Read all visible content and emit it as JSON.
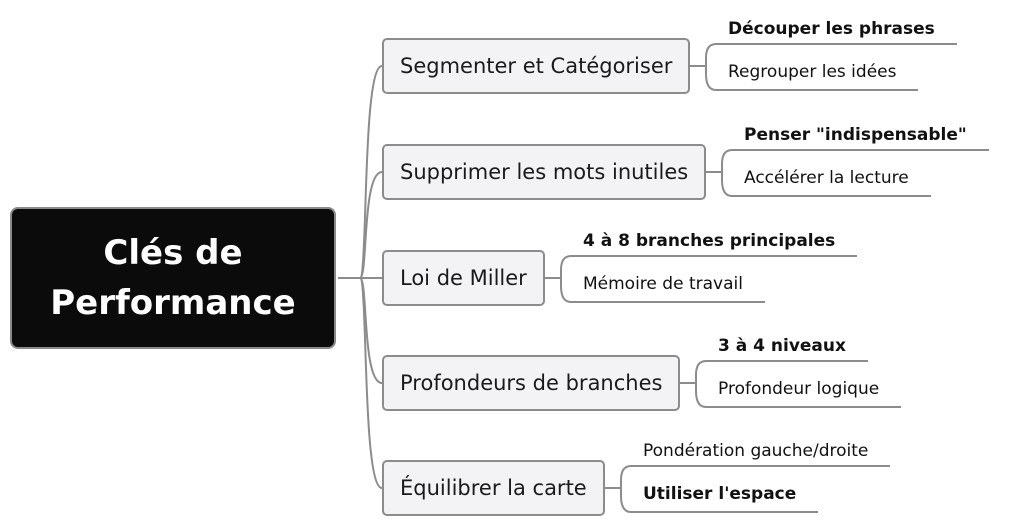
{
  "central": {
    "line1": "Clés de",
    "line2": "Performance"
  },
  "branches": [
    {
      "label": "Segmenter et Catégoriser",
      "leaves": [
        {
          "label": "Découper les phrases",
          "bold": true
        },
        {
          "label": "Regrouper les idées",
          "bold": false
        }
      ]
    },
    {
      "label": "Supprimer les mots inutiles",
      "leaves": [
        {
          "label": "Penser \"indispensable\"",
          "bold": true
        },
        {
          "label": "Accélérer la lecture",
          "bold": false
        }
      ]
    },
    {
      "label": "Loi de Miller",
      "leaves": [
        {
          "label": "4 à 8 branches principales",
          "bold": true
        },
        {
          "label": "Mémoire de travail",
          "bold": false
        }
      ]
    },
    {
      "label": "Profondeurs de branches",
      "leaves": [
        {
          "label": "3 à 4 niveaux",
          "bold": true
        },
        {
          "label": "Profondeur logique",
          "bold": false
        }
      ]
    },
    {
      "label": "Équilibrer la carte",
      "leaves": [
        {
          "label": "Pondération gauche/droite",
          "bold": false
        },
        {
          "label": "Utiliser l'espace",
          "bold": true
        }
      ]
    }
  ],
  "colors": {
    "central_bg": "#0b0b0c",
    "branch_bg": "#f3f3f5",
    "connector": "#8c8c8c"
  }
}
